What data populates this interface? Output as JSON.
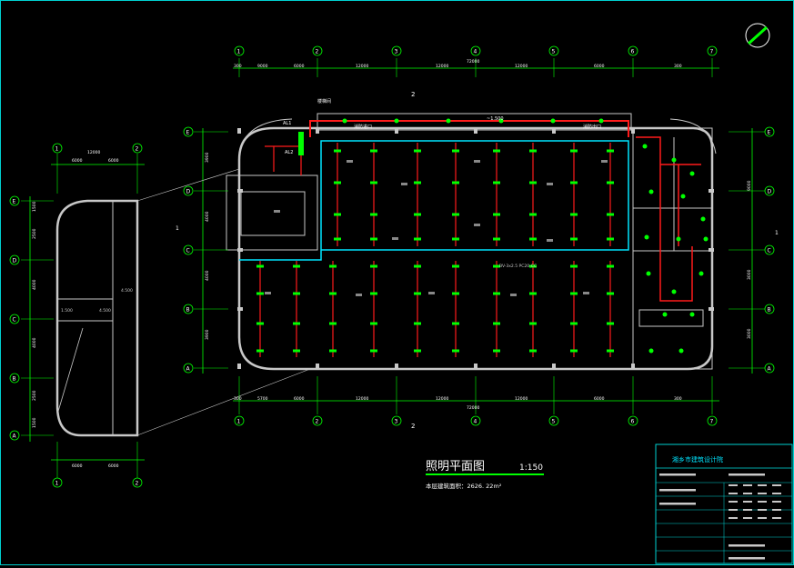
{
  "drawing": {
    "title": "照明平面图",
    "scale": "1:150",
    "area_note": "本层建筑面积：2626. 22m²",
    "colors": {
      "background": "#000000",
      "frame": "#00d0d0",
      "wall": "#c8c8c8",
      "axis": "#00ff00",
      "red_circuit": "#ff1a1a",
      "cyan_circuit": "#00e5ff",
      "fixture": "#00ff00",
      "text": "#ffffff"
    }
  },
  "main_plan": {
    "col_axes": [
      "1",
      "2",
      "3",
      "4",
      "5",
      "6",
      "7"
    ],
    "row_axes": [
      "E",
      "D",
      "C",
      "B",
      "A"
    ],
    "section_mark": "2",
    "side_mark": "1",
    "top_total_dim": "72000",
    "top_dims": [
      "300",
      "9000",
      "6000",
      "12000",
      "12000",
      "12000",
      "6000",
      "300"
    ],
    "bottom_total_dim": "72000",
    "bottom_dims": [
      "300",
      "5700",
      "6000",
      "12000",
      "12000",
      "12000",
      "6000",
      "300"
    ],
    "left_dims": [
      "3900",
      "4000",
      "4000",
      "3900"
    ],
    "right_dims": [
      "9000",
      "3000",
      "3000"
    ],
    "labels": {
      "stair_label": "楼梯间",
      "entrance_label": "消防进口",
      "exit_label": "消防出口",
      "span_label": "~1.500",
      "panel_label": "AL1",
      "panel_label2": "AL2",
      "wire_note": "BV-3x2.5 PC20-CC"
    }
  },
  "side_plan": {
    "col_axes": [
      "1",
      "2"
    ],
    "row_axes": [
      "E",
      "D",
      "C",
      "B",
      "A"
    ],
    "top_total_dim": "12000",
    "top_dims": [
      "6000",
      "6000"
    ],
    "bottom_dims": [
      "6000",
      "6000"
    ],
    "left_dims": [
      "1500",
      "2500",
      "4000",
      "4000",
      "2500",
      "1500"
    ],
    "labels": {
      "room_label": "4.500",
      "stair_dims_left": "1.500",
      "stair_dims_right": "4.500"
    }
  },
  "title_block": {
    "company": "湘乡市建筑设计院"
  }
}
